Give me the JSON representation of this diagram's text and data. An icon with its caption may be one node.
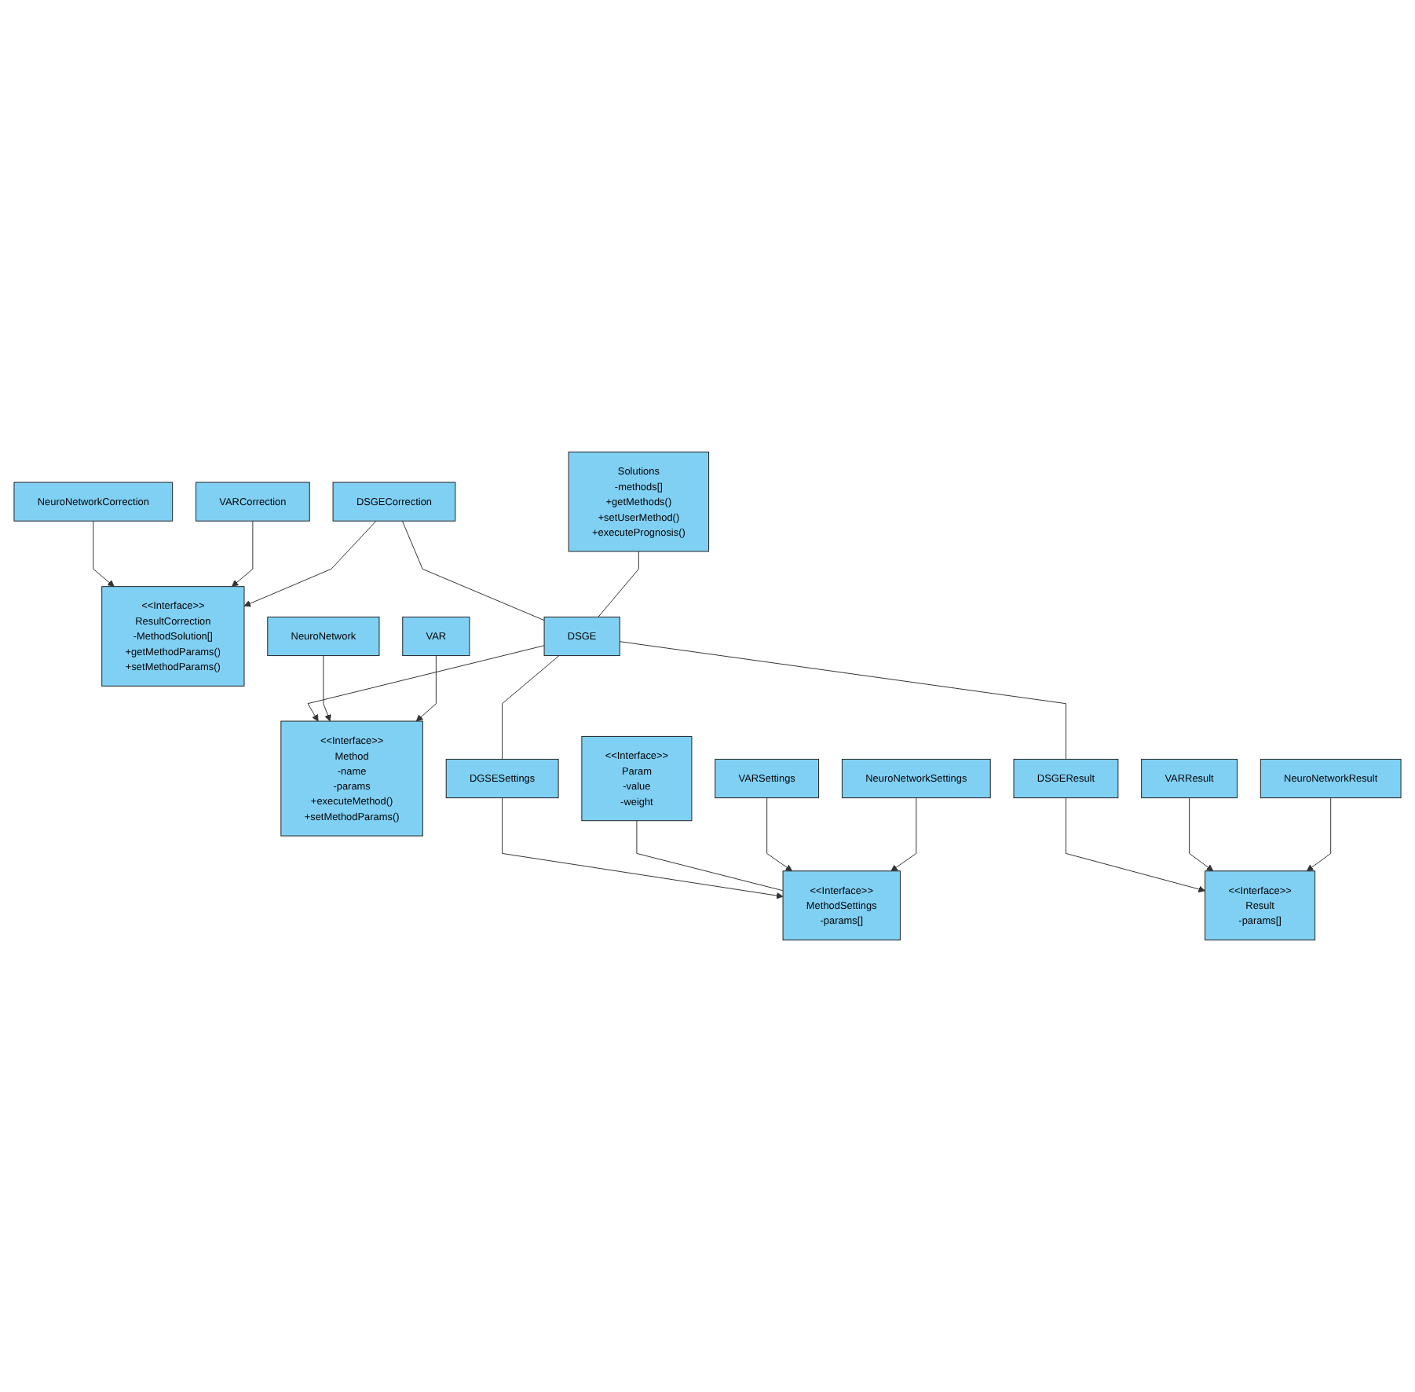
{
  "diagram": {
    "nodes": [
      {
        "text": [
          "<<Interface>>",
          "ResultCorrection",
          "-MethodSolution[]",
          "+getMethodParams()",
          "+setMethodParams()"
        ]
      },
      {
        "text": [
          "NeuroNetworkCorrection"
        ]
      },
      {
        "text": [
          "VARCorrection"
        ]
      },
      {
        "text": [
          "DSGECorrection"
        ]
      },
      {
        "text": [
          "<<Interface>>",
          "Method",
          "-name",
          "-params",
          "+executeMethod()",
          "+setMethodParams()"
        ]
      },
      {
        "text": [
          "Solutions",
          "-methods[]",
          "+getMethods()",
          "+setUserMethod()",
          "+executePrognosis()"
        ]
      },
      {
        "text": [
          "DSGE"
        ]
      },
      {
        "text": [
          "NeuroNetwork"
        ]
      },
      {
        "text": [
          "VAR"
        ]
      },
      {
        "text": [
          "DGSESettings"
        ]
      },
      {
        "text": [
          "<<Interface>>",
          "Param",
          "-value",
          "-weight"
        ]
      },
      {
        "text": [
          "<<Interface>>",
          "MethodSettings",
          "-params[]"
        ]
      },
      {
        "text": [
          "VARSettings"
        ]
      },
      {
        "text": [
          "DSGEResult"
        ]
      },
      {
        "text": [
          "<<Interface>>",
          "Result",
          "-params[]"
        ]
      },
      {
        "text": [
          "NeuroNetworkSettings"
        ]
      },
      {
        "text": [
          "VARResult"
        ]
      },
      {
        "text": [
          "NeuroNetworkResult"
        ]
      }
    ],
    "edges": [
      {
        "from": 1,
        "to": 0,
        "arrow": "to"
      },
      {
        "from": 2,
        "to": 0,
        "arrow": "to"
      },
      {
        "from": 3,
        "to": 0,
        "arrow": "to"
      },
      {
        "from": 3,
        "to": 6,
        "arrow": "none"
      },
      {
        "from": 5,
        "to": 6,
        "arrow": "none"
      },
      {
        "from": 6,
        "to": 4,
        "arrow": "to"
      },
      {
        "from": 7,
        "to": 4,
        "arrow": "to"
      },
      {
        "from": 8,
        "to": 4,
        "arrow": "to"
      },
      {
        "from": 6,
        "to": 9,
        "arrow": "none"
      },
      {
        "from": 9,
        "to": 11,
        "arrow": "to"
      },
      {
        "from": 10,
        "to": 11,
        "arrow": "none"
      },
      {
        "from": 12,
        "to": 11,
        "arrow": "to"
      },
      {
        "from": 15,
        "to": 11,
        "arrow": "to"
      },
      {
        "from": 6,
        "to": 13,
        "arrow": "none"
      },
      {
        "from": 13,
        "to": 14,
        "arrow": "to"
      },
      {
        "from": 16,
        "to": 14,
        "arrow": "to"
      },
      {
        "from": 17,
        "to": 14,
        "arrow": "to"
      }
    ]
  }
}
